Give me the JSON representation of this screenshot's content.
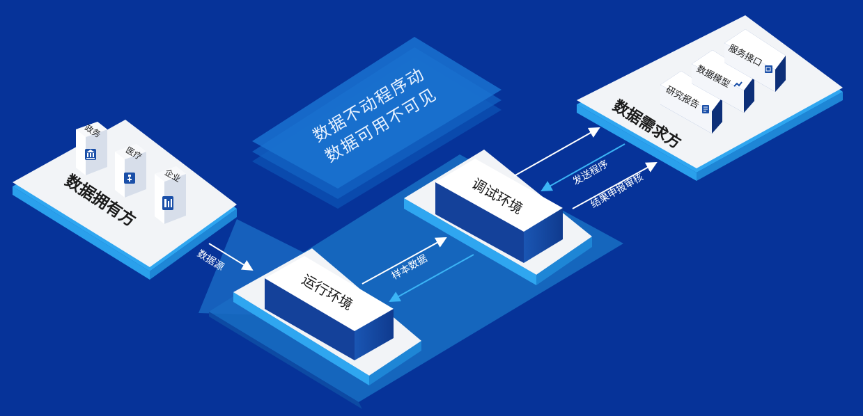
{
  "diagram": {
    "center_message": {
      "line1": "数据不动程序动",
      "line2": "数据可用不可见"
    },
    "data_owner": {
      "title": "数据拥有方",
      "items": [
        "政务",
        "医疗",
        "企业"
      ]
    },
    "data_demander": {
      "title": "数据需求方",
      "items": [
        "研究报告",
        "数据模型",
        "服务接口"
      ]
    },
    "runtime_env": {
      "label": "运行环境"
    },
    "debug_env": {
      "label": "调试环境"
    },
    "flows": {
      "data_source": "数据源",
      "sample_data": "样本数据",
      "send_program": "发送程序",
      "result_review": "结果申报审核"
    },
    "colors": {
      "background": "#063399",
      "panel_light": "#1b7fd0",
      "panel_dark": "#1566bd",
      "card_top": "#f2f4f7",
      "card_edge": "#2fa6f0",
      "box_blue": "#14419a",
      "arrow_white": "#ffffff",
      "arrow_cyan": "#3bb4f5"
    }
  }
}
